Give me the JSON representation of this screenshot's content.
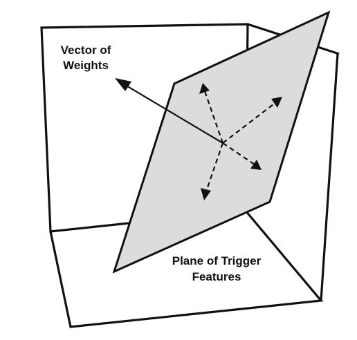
{
  "labels": {
    "vector_line1": "Vector of",
    "vector_line2": "Weights",
    "plane_line1": "Plane of Trigger",
    "plane_line2": "Features"
  },
  "colors": {
    "stroke": "#111111",
    "plane_fill": "#dcdcdc",
    "background": "#ffffff"
  },
  "icons": {
    "arrowhead": "solid-triangle-arrowhead"
  }
}
